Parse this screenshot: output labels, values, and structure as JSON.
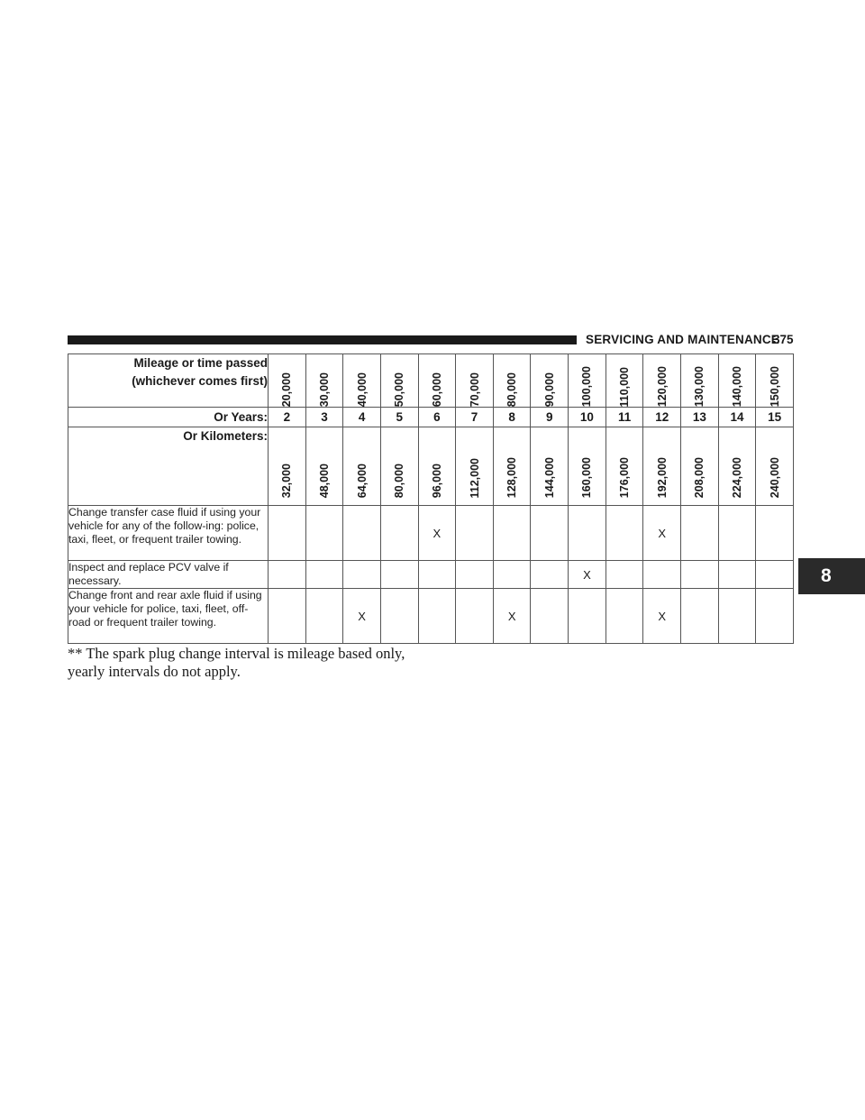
{
  "header": {
    "section": "SERVICING AND MAINTENANCE",
    "page": "375"
  },
  "chapter_tab": "8",
  "table": {
    "mileage_label_line1": "Mileage or time passed",
    "mileage_label_line2": "(whichever comes first)",
    "mileage": [
      "20,000",
      "30,000",
      "40,000",
      "50,000",
      "60,000",
      "70,000",
      "80,000",
      "90,000",
      "100,000",
      "110,000",
      "120,000",
      "130,000",
      "140,000",
      "150,000"
    ],
    "years_label": "Or Years:",
    "years": [
      "2",
      "3",
      "4",
      "5",
      "6",
      "7",
      "8",
      "9",
      "10",
      "11",
      "12",
      "13",
      "14",
      "15"
    ],
    "km_label": "Or Kilometers:",
    "kilometers": [
      "32,000",
      "48,000",
      "64,000",
      "80,000",
      "96,000",
      "112,000",
      "128,000",
      "144,000",
      "160,000",
      "176,000",
      "192,000",
      "208,000",
      "224,000",
      "240,000"
    ],
    "rows": [
      {
        "task": "Change transfer case fluid if using your vehicle for any of the follow-ing: police, taxi, fleet, or frequent trailer towing.",
        "marks": [
          "",
          "",
          "",
          "",
          "X",
          "",
          "",
          "",
          "",
          "",
          "X",
          "",
          "",
          ""
        ]
      },
      {
        "task": "Inspect and replace PCV valve if necessary.",
        "marks": [
          "",
          "",
          "",
          "",
          "",
          "",
          "",
          "",
          "X",
          "",
          "",
          "",
          "",
          ""
        ]
      },
      {
        "task": "Change front and rear axle fluid if using your vehicle for police, taxi, fleet, off-road or frequent trailer towing.",
        "marks": [
          "",
          "",
          "X",
          "",
          "",
          "",
          "X",
          "",
          "",
          "",
          "X",
          "",
          "",
          ""
        ]
      }
    ]
  },
  "footnote_line1": "** The spark plug change interval is mileage based only,",
  "footnote_line2": "yearly intervals do not apply."
}
